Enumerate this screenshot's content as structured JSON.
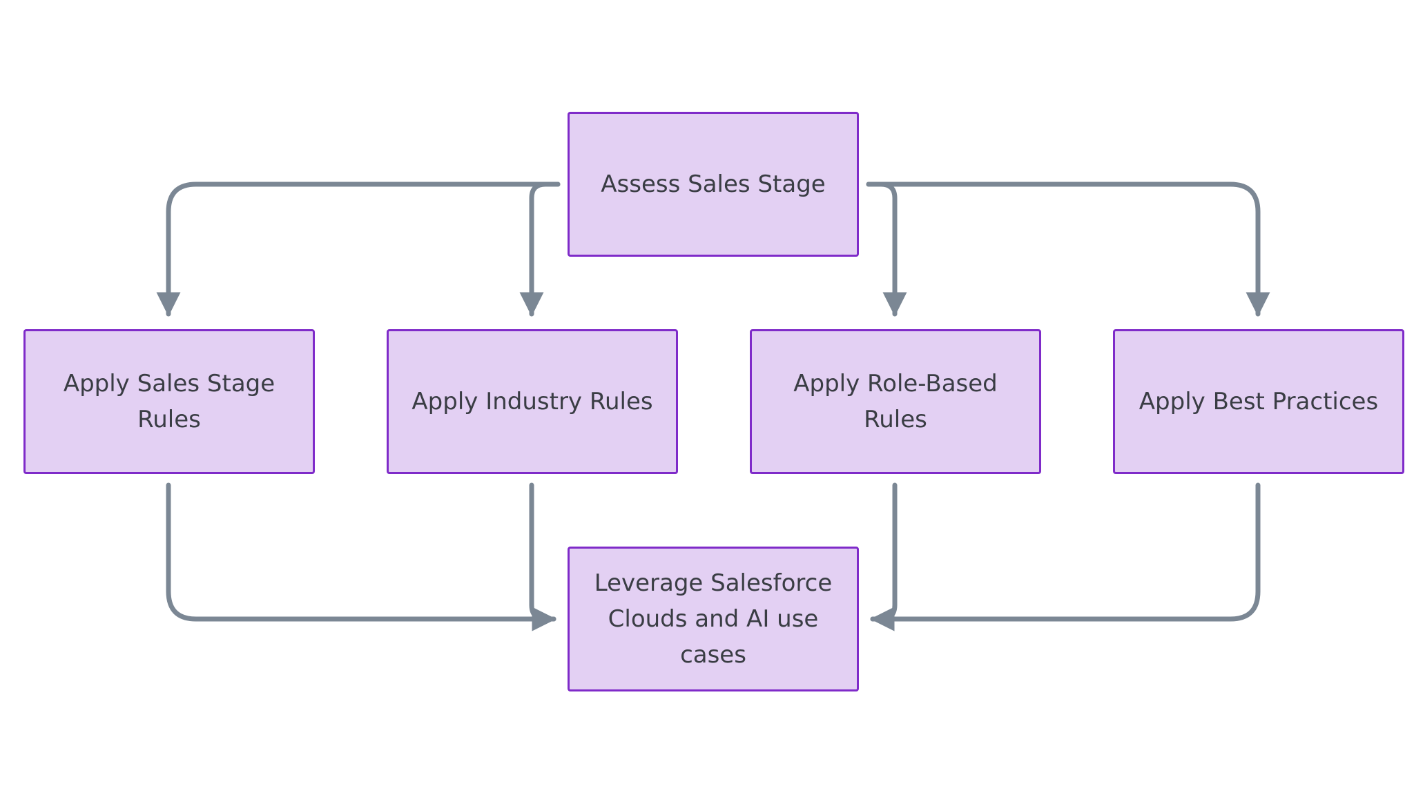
{
  "diagram": {
    "nodes": {
      "assess": "Assess Sales Stage",
      "stage_rules": "Apply Sales Stage Rules",
      "industry_rules": "Apply Industry Rules",
      "role_rules": "Apply Role-Based Rules",
      "best_practices": "Apply Best Practices",
      "leverage": "Leverage Salesforce Clouds and AI use cases"
    },
    "edges": [
      {
        "from": "assess",
        "to": "stage_rules"
      },
      {
        "from": "assess",
        "to": "industry_rules"
      },
      {
        "from": "assess",
        "to": "role_rules"
      },
      {
        "from": "assess",
        "to": "best_practices"
      },
      {
        "from": "stage_rules",
        "to": "leverage"
      },
      {
        "from": "industry_rules",
        "to": "leverage"
      },
      {
        "from": "role_rules",
        "to": "leverage"
      },
      {
        "from": "best_practices",
        "to": "leverage"
      }
    ],
    "colors": {
      "node_fill": "#e3d0f3",
      "node_border": "#7f2bc9",
      "edge": "#7b8794",
      "text": "#3a3d44"
    }
  }
}
